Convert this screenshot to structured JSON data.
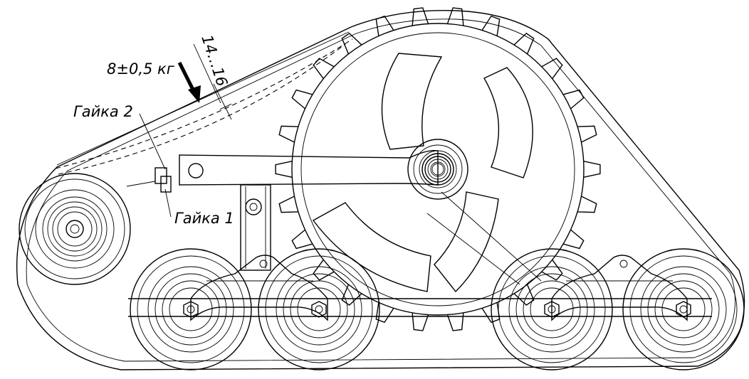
{
  "annotations": {
    "force": "8±0,5 кг",
    "deflection": "14…16",
    "nut_2": "Гайка 2",
    "nut_1": "Гайка 1"
  },
  "colors": {
    "line": "#000000",
    "background": "#ffffff"
  }
}
